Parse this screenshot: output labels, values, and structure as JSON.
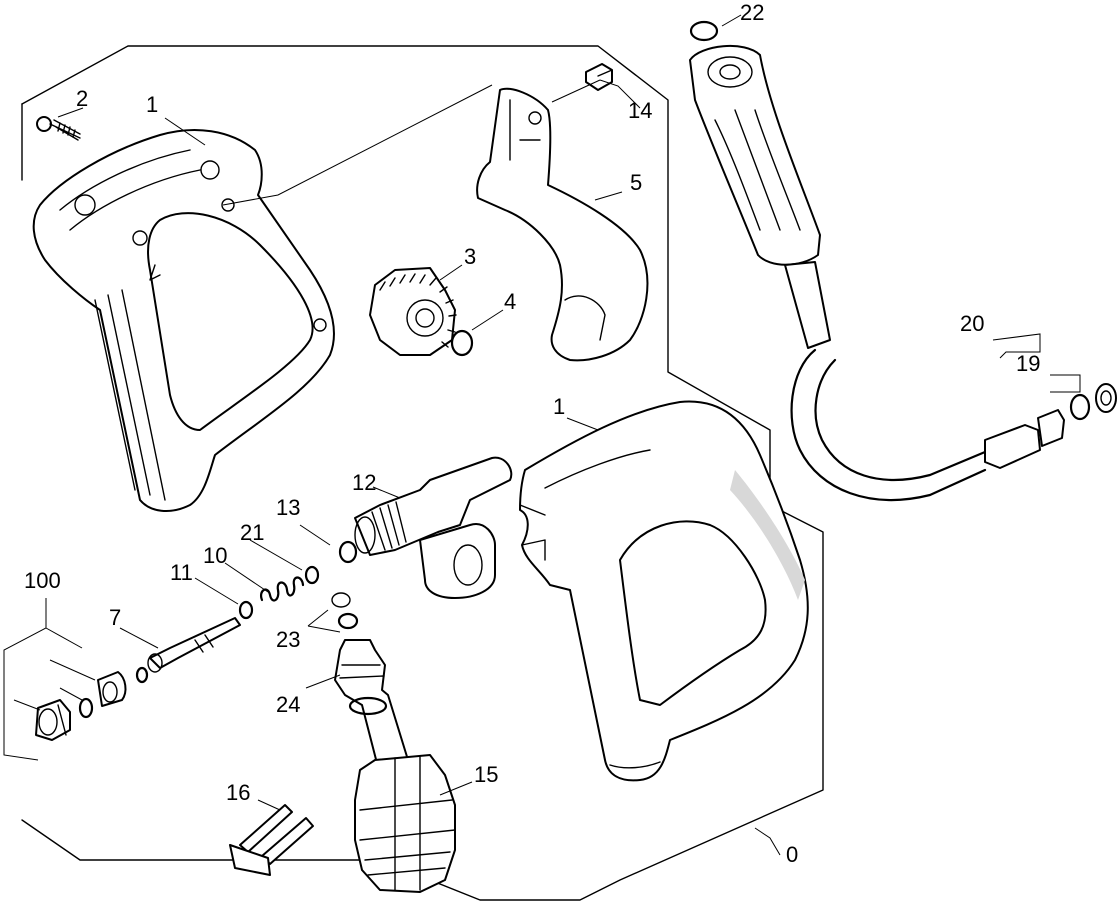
{
  "diagram": {
    "part_numbers": {
      "p0": "0",
      "p1a": "1",
      "p1b": "1",
      "p2": "2",
      "p3": "3",
      "p4": "4",
      "p5": "5",
      "p7": "7",
      "p10": "10",
      "p11": "11",
      "p12": "12",
      "p13": "13",
      "p14": "14",
      "p15": "15",
      "p16": "16",
      "p19": "19",
      "p20": "20",
      "p21": "21",
      "p22": "22",
      "p23": "23",
      "p24": "24",
      "p100": "100"
    }
  }
}
